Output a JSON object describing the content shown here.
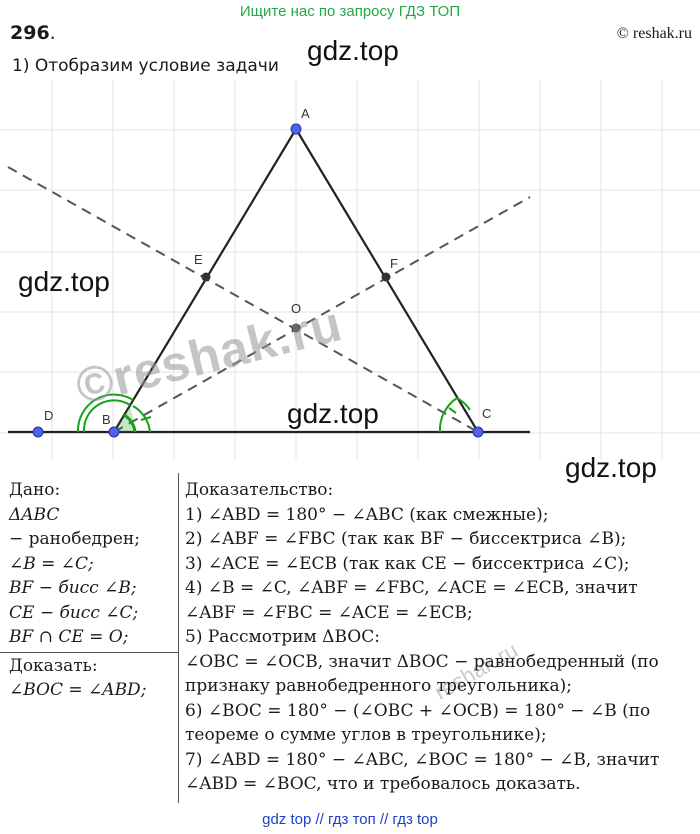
{
  "banner": "Ищите нас по запросу ГДЗ ТОП",
  "task_number": "296",
  "task_dot": ".",
  "copyright": "© reshak.ru",
  "step1": "1) Отобразим условие задачи",
  "watermarks": [
    "gdz.top",
    "gdz.top",
    "gdz.top",
    "gdz.top"
  ],
  "stamp": "©reshak.ru",
  "stamp_small": "reshak.ru",
  "figure": {
    "point_labels": [
      "A",
      "E",
      "F",
      "O",
      "D",
      "B",
      "C"
    ],
    "colors": {
      "points": "#4f63e8",
      "bisector_dash": "#555555",
      "angle_arc": "#18a018",
      "lines": "#222222"
    }
  },
  "given": {
    "lines": [
      "Дано:",
      "ΔABC",
      "− ранобедрен;",
      "∠B = ∠C;",
      "BF − бисс ∠B;",
      "CE − бисс ∠C;",
      "BF ∩ CE = O;"
    ]
  },
  "prove": {
    "lines": [
      "Доказать:",
      "∠BOC = ∠ABD;"
    ]
  },
  "proof": {
    "lines": [
      "Доказательство:",
      "1) ∠ABD = 180° − ∠ABC (как смежные);",
      "2) ∠ABF = ∠FBC (так как BF − биссектриса ∠B);",
      "3) ∠ACE = ∠ECB (так как CE − биссектриса ∠C);",
      "4) ∠B = ∠C, ∠ABF = ∠FBC, ∠ACE = ∠ECB, значит",
      "∠ABF = ∠FBC = ∠ACE = ∠ECB;",
      "5) Рассмотрим ΔBOC:",
      "∠OBC = ∠OCB, значит ΔBOC − равнобедренный (по",
      "признаку равнобедренного треугольника);",
      "6) ∠BOC = 180° − (∠OBC + ∠OCB) = 180° − ∠B (по",
      "теореме о сумме углов в треугольнике);",
      "7) ∠ABD = 180° − ∠ABC, ∠BOC = 180° − ∠B, значит",
      "∠ABD = ∠BOC, что и требовалось доказать."
    ]
  },
  "footer": "gdz top  //  гдз топ  //  гдз top"
}
